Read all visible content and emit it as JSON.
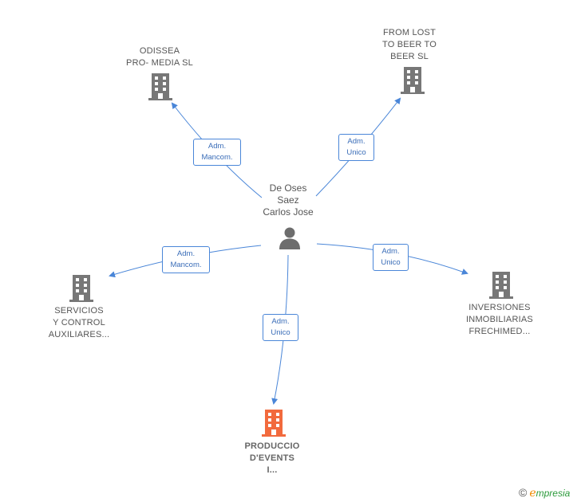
{
  "center": {
    "name": "De Oses\nSaez\nCarlos Jose",
    "icon": "person-icon"
  },
  "companies": [
    {
      "id": "odissea",
      "name": "ODISSEA\nPRO- MEDIA SL",
      "icon": "building-icon",
      "color": "#777777"
    },
    {
      "id": "fromlost",
      "name": "FROM LOST\nTO BEER TO\nBEER  SL",
      "icon": "building-icon",
      "color": "#777777"
    },
    {
      "id": "servicios",
      "name": "SERVICIOS\nY CONTROL\nAUXILIARES...",
      "icon": "building-icon",
      "color": "#777777"
    },
    {
      "id": "inversiones",
      "name": "INVERSIONES\nINMOBILIARIAS\nFRECHIMED...",
      "icon": "building-icon",
      "color": "#777777"
    },
    {
      "id": "produccio",
      "name": "PRODUCCIO\nD'EVENTS\nI...",
      "icon": "building-icon",
      "color": "#f26a3d"
    }
  ],
  "relations": [
    {
      "to": "odissea",
      "label": "Adm.\nMancom."
    },
    {
      "to": "fromlost",
      "label": "Adm.\nUnico"
    },
    {
      "to": "servicios",
      "label": "Adm.\nMancom."
    },
    {
      "to": "inversiones",
      "label": "Adm.\nUnico"
    },
    {
      "to": "produccio",
      "label": "Adm.\nUnico"
    }
  ],
  "edge_color": "#4a86d8",
  "watermark": {
    "symbol": "©",
    "first": "e",
    "rest": "mpresia"
  }
}
